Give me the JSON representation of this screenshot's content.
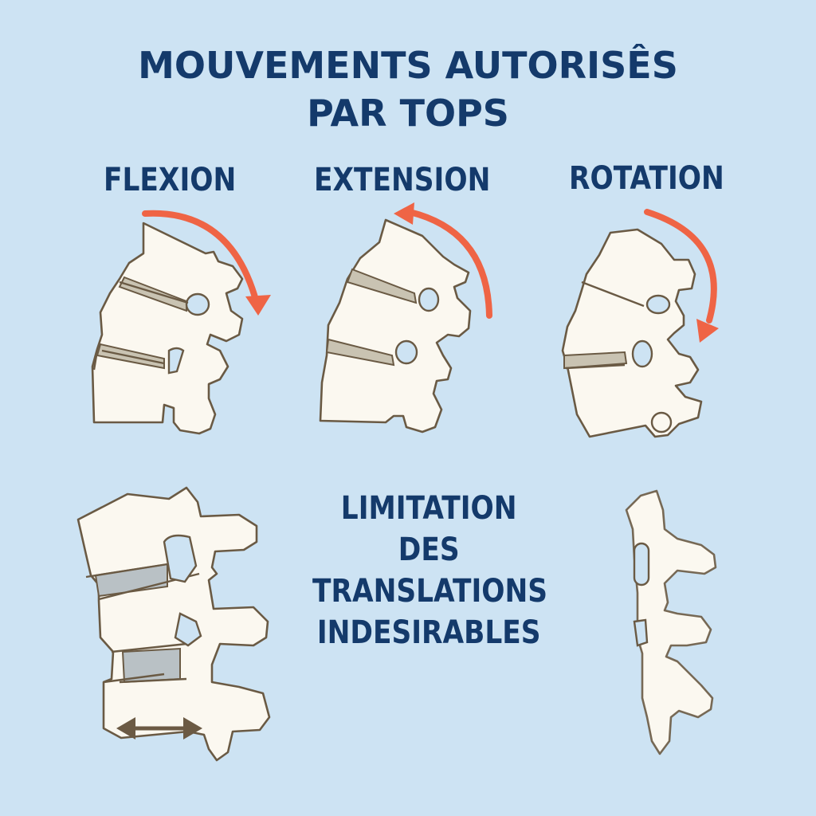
{
  "title": {
    "line1": "MOUVEMENTS AUTORISÊS",
    "line2": "PAR TOPS"
  },
  "movements": [
    {
      "label": "FLEXION",
      "arrow_direction": "clockwise-forward",
      "icon": "spine-flexion-illustration"
    },
    {
      "label": "EXTENSION",
      "arrow_direction": "counterclockwise-backward",
      "icon": "spine-extension-illustration"
    },
    {
      "label": "ROTATION",
      "arrow_direction": "clockwise-down",
      "icon": "spine-rotation-illustration"
    }
  ],
  "limitation": {
    "line1": "LIMITATION DES",
    "line2": "TRANSLATIONS",
    "line3": "INDESIRABLES",
    "icon": "double-arrow-translation-icon"
  },
  "colors": {
    "background": "#cde3f3",
    "title_text": "#143a6b",
    "arrow": "#ef6445",
    "bone": "#fbf8f0",
    "outline": "#6a5a44",
    "translation_arrow": "#6b5a44"
  }
}
